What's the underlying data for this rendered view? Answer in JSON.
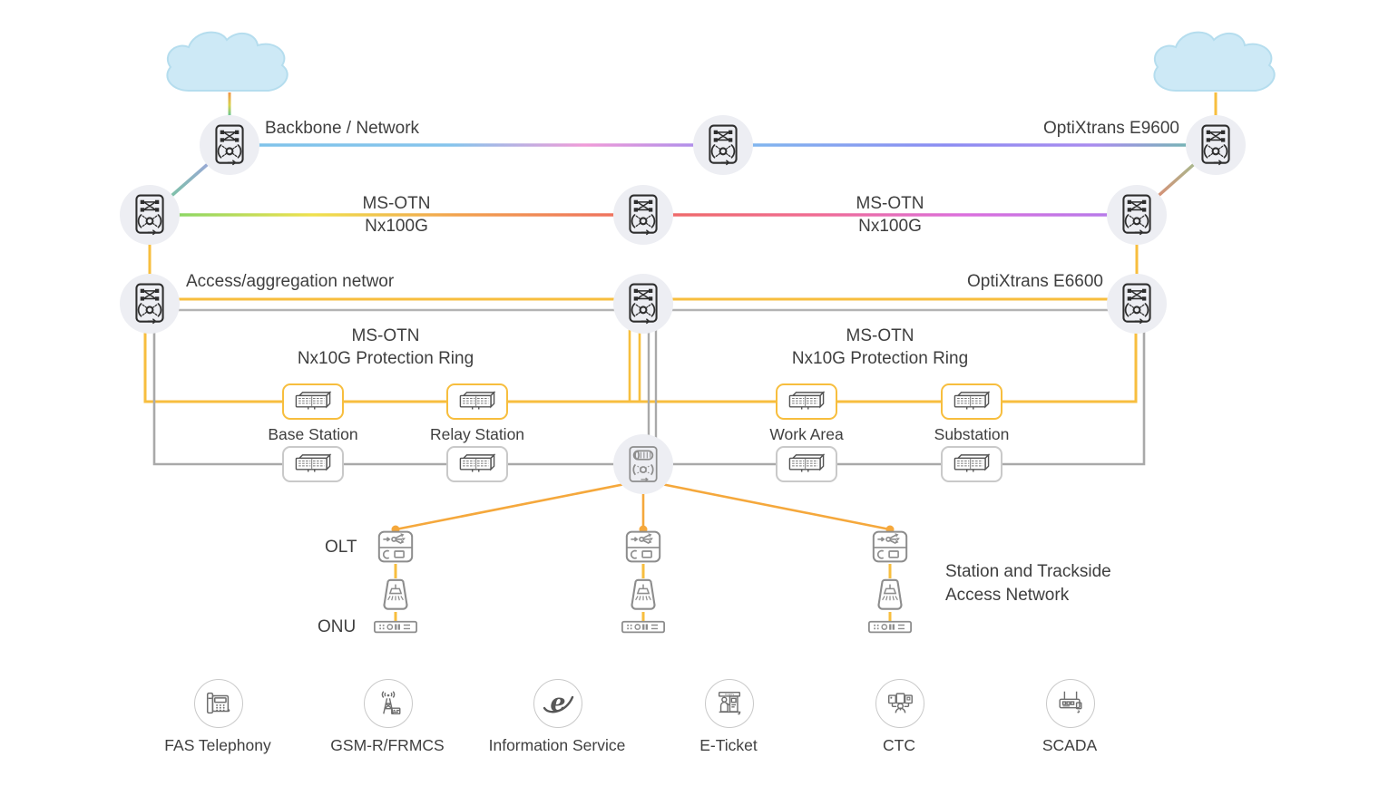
{
  "colors": {
    "ring_yellow": "#F7BE3E",
    "fan_orange": "#F5A83C",
    "line_gray": "#ABABAB",
    "node_bg": "#EDEEF3",
    "cloud_fill": "#CDE9F6",
    "cloud_stroke": "#B5DDEE",
    "text": "#3F3F3F"
  },
  "labels": {
    "backbone": "Backbone / Network",
    "optixtrans_e9600": "OptiXtrans E9600",
    "ms_otn": "MS-OTN",
    "nx100g": "Nx100G",
    "access_aggregation": "Access/aggregation networ",
    "optixtrans_e6600": "OptiXtrans E6600",
    "nx10g_ring": "Nx10G Protection Ring",
    "olt": "OLT",
    "onu": "ONU",
    "station_trackside_1": "Station and Trackside",
    "station_trackside_2": "Access Network"
  },
  "stations": [
    {
      "label": "Base Station"
    },
    {
      "label": "Relay Station"
    },
    {
      "label": "Work Area"
    },
    {
      "label": "Substation"
    }
  ],
  "services": [
    {
      "label": "FAS Telephony",
      "icon": "telephone-icon"
    },
    {
      "label": "GSM-R/FRMCS",
      "icon": "radio-tower-icon"
    },
    {
      "label": "Information Service",
      "icon": "internet-explorer-icon"
    },
    {
      "label": "E-Ticket",
      "icon": "ticket-kiosk-icon"
    },
    {
      "label": "CTC",
      "icon": "control-center-icon"
    },
    {
      "label": "SCADA",
      "icon": "scada-device-icon"
    }
  ]
}
